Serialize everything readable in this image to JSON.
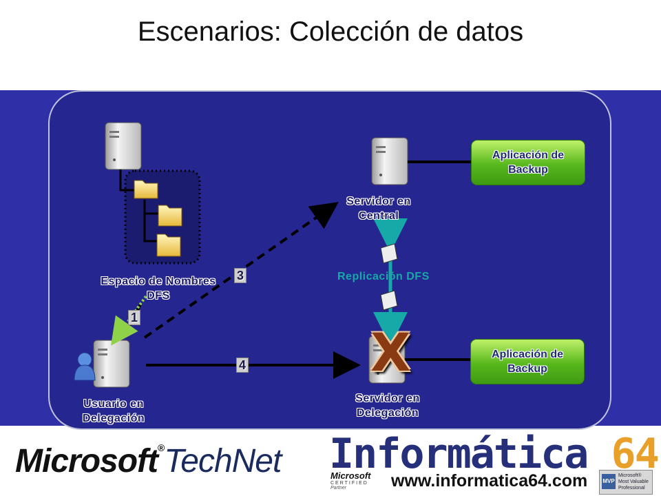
{
  "title": "Escenarios: Colección de datos",
  "nodes": {
    "dfs_namespace": "Espacio de Nombres\nDFS",
    "central_server": "Servidor en\nCentral",
    "branch_server": "Servidor en\nDelegación",
    "branch_user": "Usuario en\nDelegación"
  },
  "replication_label": "Replicación DFS",
  "backup_top": "Aplicación de\nBackup",
  "backup_bottom": "Aplicación de\nBackup",
  "steps": [
    "1",
    "3",
    "4"
  ],
  "failure_mark": "X",
  "footer": {
    "microsoft": "Microsoft",
    "technet": "TechNet",
    "informatica": "Informática",
    "informatica_num": "64",
    "url": "www.informatica64.com",
    "ms_certified": "Microsoft",
    "certified": "CERTIFIED",
    "partner": "Partner",
    "mvp_tag": "MVP",
    "mvp_text": "Microsoft® Most Valuable Professional"
  },
  "colors": {
    "panel": "#262690",
    "band": "#2f2fa8",
    "backup_green": "#57b81c",
    "replication": "#17a8a8"
  }
}
